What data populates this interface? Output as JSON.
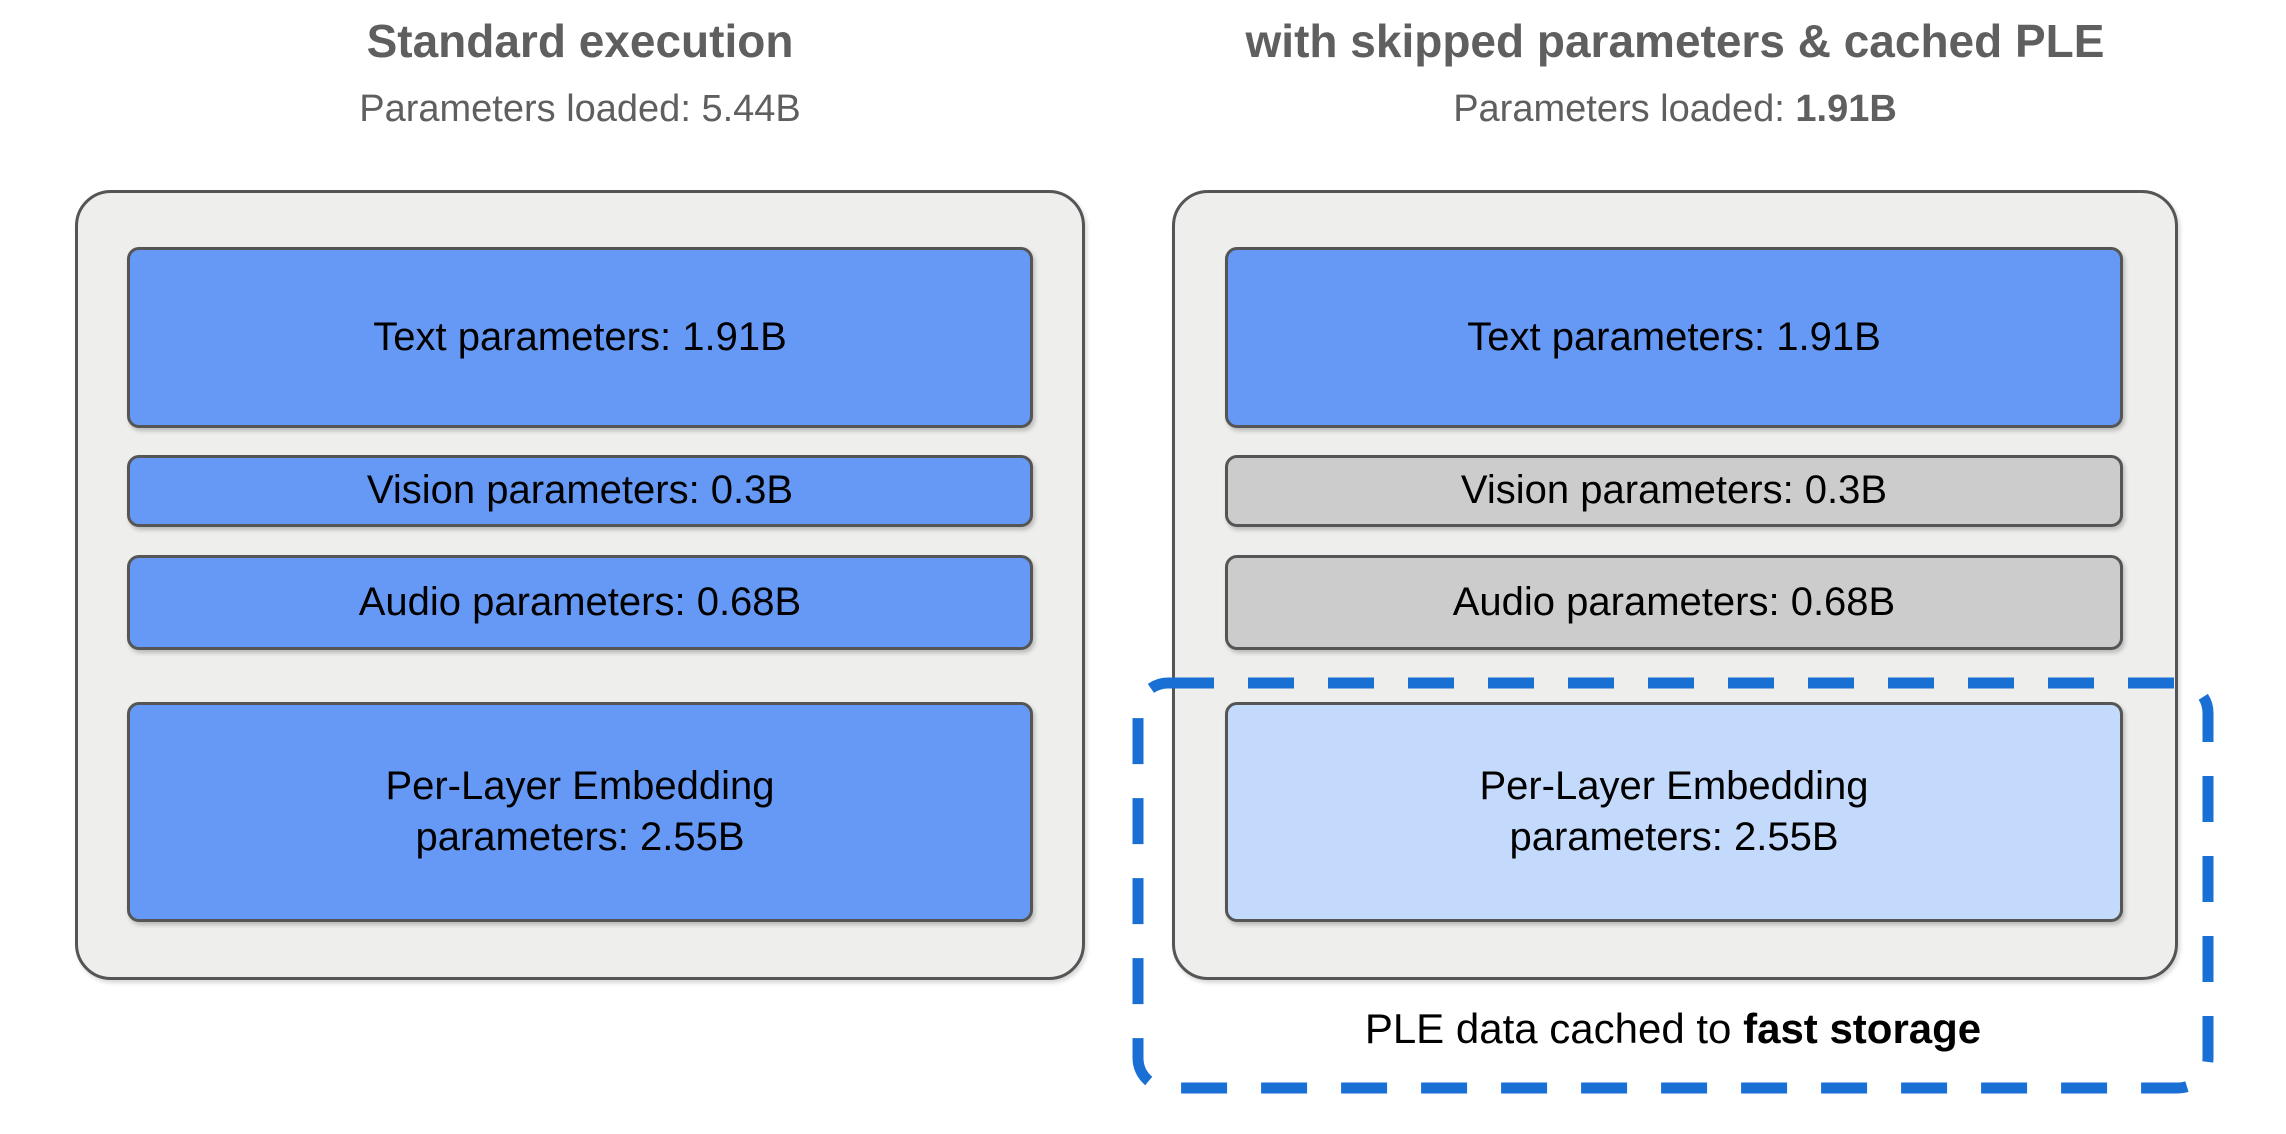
{
  "diagram": {
    "title_left": "Standard execution",
    "title_right": "with skipped parameters & cached PLE",
    "subtitle_left_prefix": "Parameters loaded: ",
    "subtitle_left_value": "5.44B",
    "subtitle_right_prefix": "Parameters loaded: ",
    "subtitle_right_value": "1.91B",
    "colors": {
      "loaded_blue": "#6699f5",
      "skipped_gray": "#cccccc",
      "cached_light_blue": "#c3dafd",
      "panel_background": "#eeeeec",
      "box_border": "#555555",
      "dash_blue": "#1a6fd4",
      "header_text": "#5f5f5f"
    },
    "columns": [
      {
        "name": "standard-execution",
        "boxes": [
          {
            "label": "Text parameters: 1.91B",
            "value": "1.91B",
            "state": "loaded"
          },
          {
            "label": "Vision parameters: 0.3B",
            "value": "0.3B",
            "state": "loaded"
          },
          {
            "label": "Audio parameters: 0.68B",
            "value": "0.68B",
            "state": "loaded"
          },
          {
            "label": "Per-Layer Embedding\nparameters: 2.55B",
            "line1": "Per-Layer Embedding",
            "line2": "parameters: 2.55B",
            "value": "2.55B",
            "state": "loaded"
          }
        ]
      },
      {
        "name": "skipped-and-cached",
        "boxes": [
          {
            "label": "Text parameters: 1.91B",
            "value": "1.91B",
            "state": "loaded"
          },
          {
            "label": "Vision parameters: 0.3B",
            "value": "0.3B",
            "state": "skipped"
          },
          {
            "label": "Audio parameters: 0.68B",
            "value": "0.68B",
            "state": "skipped"
          },
          {
            "label": "Per-Layer Embedding\nparameters: 2.55B",
            "line1": "Per-Layer Embedding",
            "line2": "parameters: 2.55B",
            "value": "2.55B",
            "state": "cached"
          }
        ]
      }
    ],
    "cache_caption_prefix": "PLE data cached to ",
    "cache_caption_emphasis": "fast storage"
  }
}
